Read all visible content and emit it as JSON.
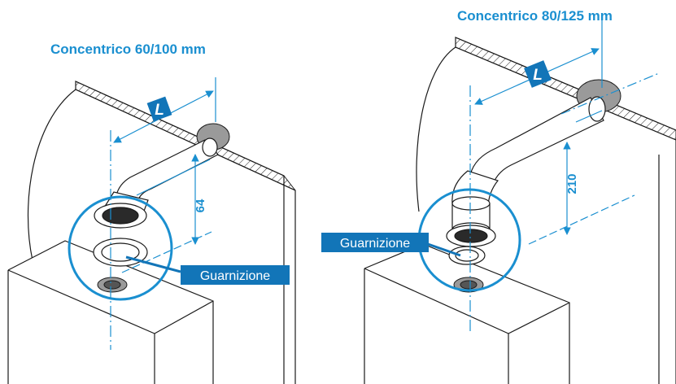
{
  "colors": {
    "accent": "#1a8fd0",
    "label_bg": "#1275b8",
    "line": "#1a1a1a",
    "gray_disc": "#9a9a9a"
  },
  "left_diagram": {
    "title": "Concentrico 60/100 mm",
    "length_marker": "L",
    "dimension": "64",
    "gasket_label": "Guarnizione"
  },
  "right_diagram": {
    "title": "Concentrico 80/125 mm",
    "length_marker": "L",
    "dimension": "210",
    "gasket_label": "Guarnizione"
  }
}
